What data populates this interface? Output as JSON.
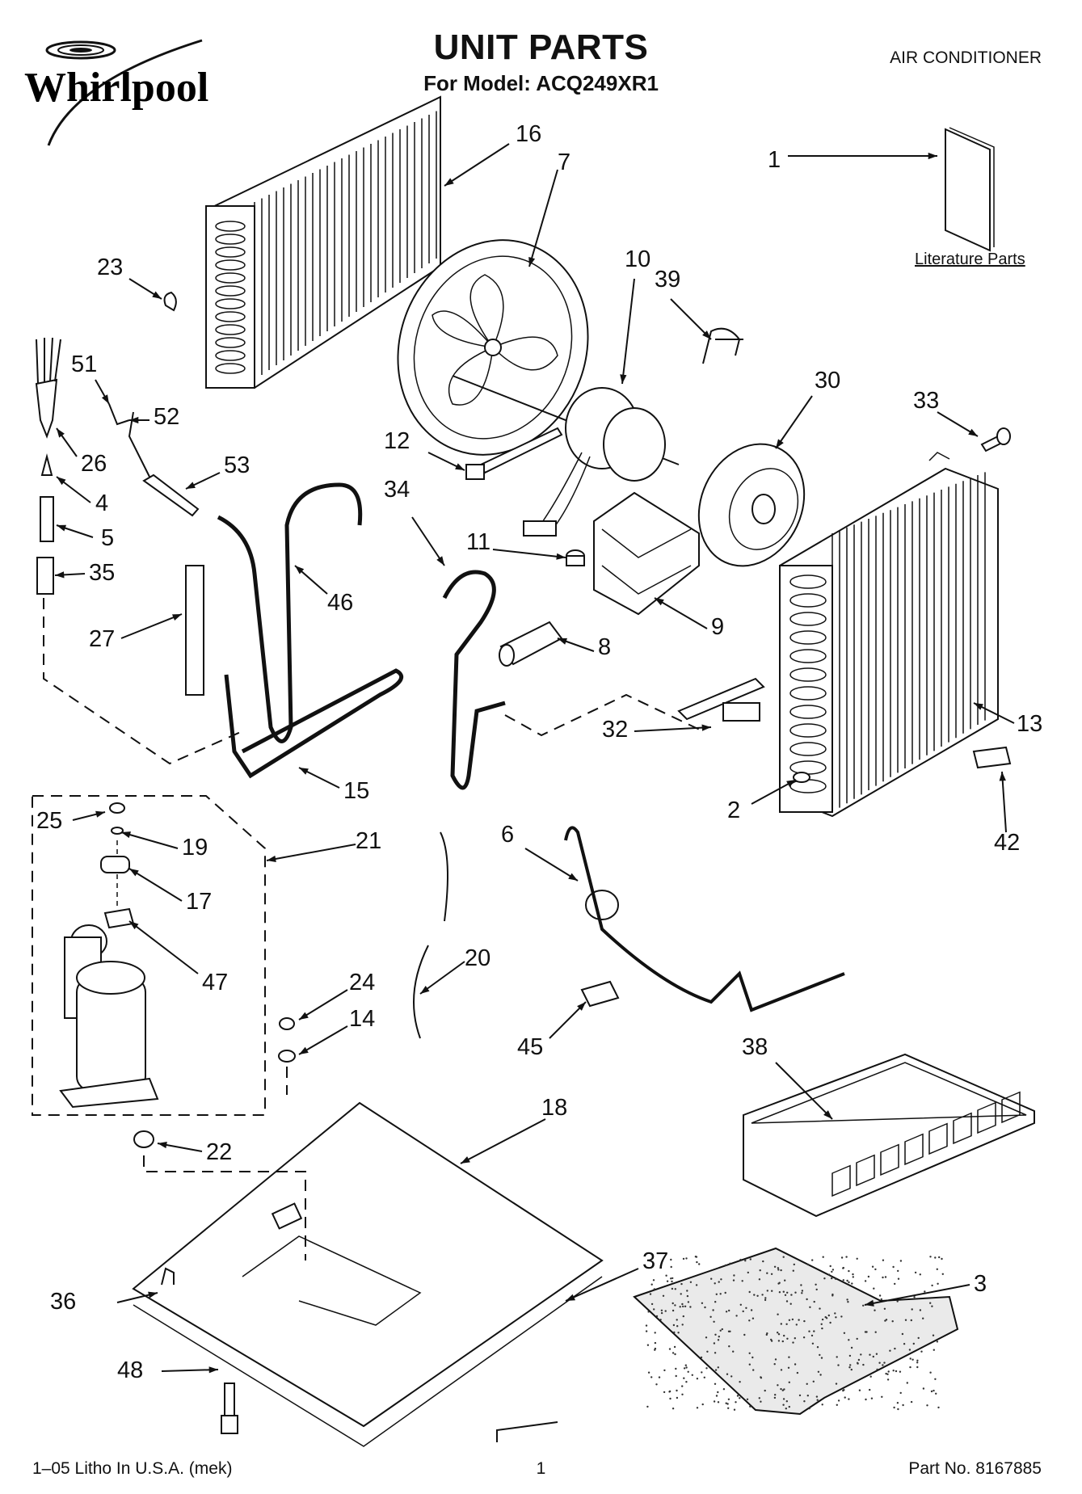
{
  "header": {
    "brand": "Whirlpool",
    "title": "UNIT PARTS",
    "subtitle": "For Model: ACQ249XR1",
    "category": "AIR CONDITIONER"
  },
  "literature_label": "Literature Parts",
  "footer": {
    "litho": "1–05 Litho In U.S.A. (mek)",
    "page": "1",
    "part_no": "Part No. 8167885"
  },
  "callouts": [
    "1",
    "2",
    "3",
    "4",
    "5",
    "6",
    "7",
    "8",
    "9",
    "10",
    "11",
    "12",
    "13",
    "14",
    "15",
    "16",
    "17",
    "18",
    "19",
    "20",
    "21",
    "22",
    "23",
    "24",
    "25",
    "26",
    "27",
    "30",
    "32",
    "33",
    "34",
    "35",
    "36",
    "37",
    "38",
    "39",
    "42",
    "45",
    "46",
    "47",
    "48",
    "51",
    "52",
    "53"
  ]
}
